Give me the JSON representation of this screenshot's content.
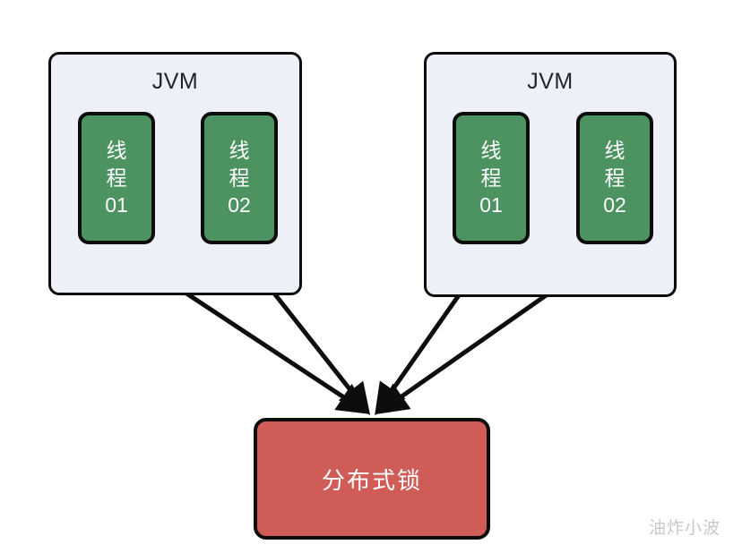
{
  "diagram": {
    "title": "Distributed lock shared by threads across two JVMs",
    "colors": {
      "jvm_fill": "#eef0f8",
      "jvm_stroke": "#0d0d0d",
      "thread_fill": "#4d9362",
      "thread_stroke": "#0d0d0d",
      "thread_text": "#ffffff",
      "lock_fill": "#cf5c57",
      "lock_stroke": "#0d0d0d",
      "lock_text": "#ffffff",
      "arrow": "#0d0d0d",
      "watermark": "#c9c9c9",
      "canvas": "#ffffff"
    },
    "jvms": [
      {
        "label": "JVM",
        "threads": [
          {
            "name_line1": "线",
            "name_line2": "程",
            "id": "01"
          },
          {
            "name_line1": "线",
            "name_line2": "程",
            "id": "02"
          }
        ]
      },
      {
        "label": "JVM",
        "threads": [
          {
            "name_line1": "线",
            "name_line2": "程",
            "id": "01"
          },
          {
            "name_line1": "线",
            "name_line2": "程",
            "id": "02"
          }
        ]
      }
    ],
    "lock": {
      "label": "分布式锁"
    },
    "watermark": "油炸小波"
  }
}
